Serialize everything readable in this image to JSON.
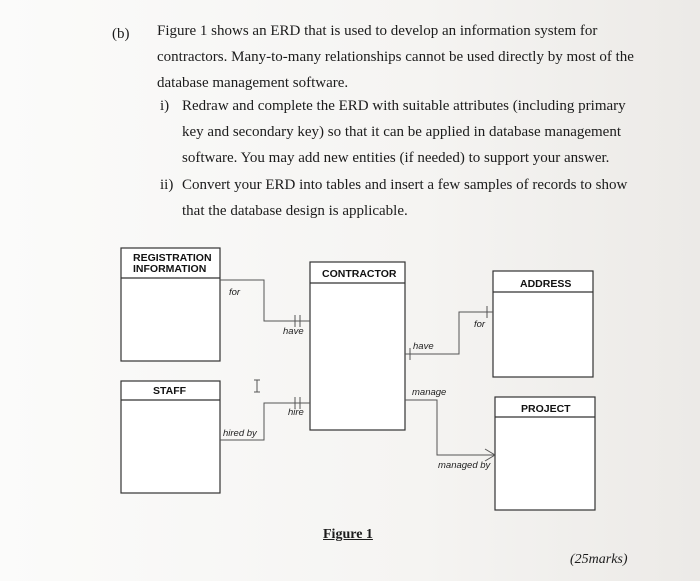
{
  "question": {
    "label": "(b)",
    "intro_lines": [
      "Figure 1 shows an ERD that is used to develop an information system for",
      "contractors. Many-to-many relationships cannot be used directly by most of the",
      "database management software."
    ],
    "items": [
      {
        "number": "i)",
        "lines": [
          "Redraw and complete the ERD with suitable attributes (including primary",
          "key and secondary key) so that it can be applied in database management",
          "software. You may add new entities (if needed) to support your answer."
        ]
      },
      {
        "number": "ii)",
        "lines": [
          "Convert your ERD into tables and insert a few samples of records to show",
          "that the database design is applicable."
        ]
      }
    ]
  },
  "diagram": {
    "entities": {
      "registration_1": "REGISTRATION",
      "registration_2": "INFORMATION",
      "staff": "STAFF",
      "contractor": "CONTRACTOR",
      "address": "ADDRESS",
      "project": "PROJECT"
    },
    "relationships": {
      "for_left": "for",
      "have_left": "have",
      "hire": "hire",
      "hired_by": "hired by",
      "have_right": "have",
      "for_right": "for",
      "manage": "manage",
      "managed_by": "managed by"
    },
    "caption": "Figure 1"
  },
  "marks": "(25marks)"
}
